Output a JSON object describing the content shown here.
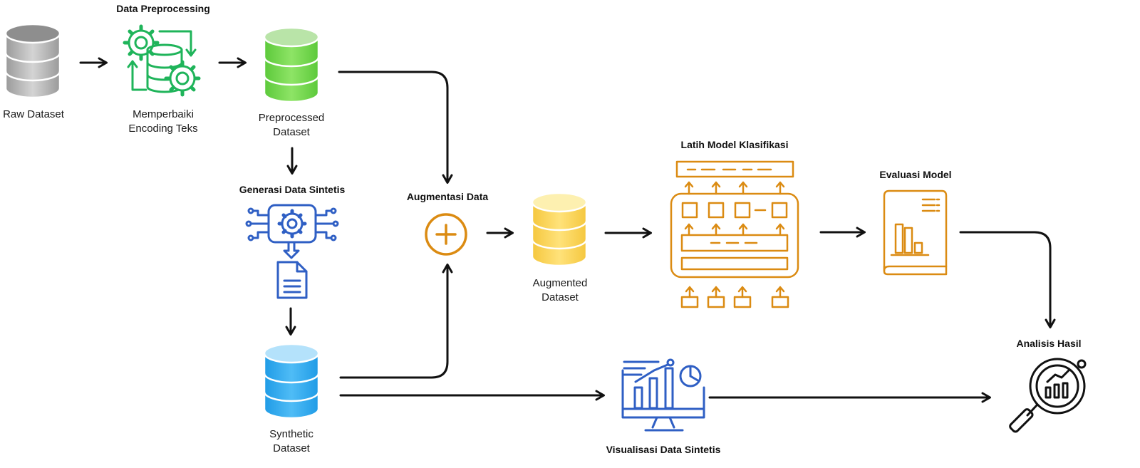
{
  "colors": {
    "arrow": "#111111",
    "raw_db": "#a9a9a9",
    "green": "#1fb45a",
    "green_db": "#7ad955",
    "blue_icon": "#2f5fc4",
    "blue_db": "#36aef2",
    "orange": "#db8b12",
    "yellow_db": "#fcd85c"
  },
  "nodes": {
    "raw_dataset": {
      "label": "Raw Dataset",
      "icon": "database-icon"
    },
    "preprocessing": {
      "title": "Data Preprocessing",
      "caption_line1": "Memperbaiki",
      "caption_line2": "Encoding Teks",
      "icon": "gears-database-icon"
    },
    "preprocessed_dataset": {
      "label_line1": "Preprocessed",
      "label_line2": "Dataset",
      "icon": "database-icon"
    },
    "synthetic_generation": {
      "title": "Generasi Data Sintetis",
      "icon": "gear-circuit-document-icon"
    },
    "synthetic_dataset": {
      "label_line1": "Synthetic",
      "label_line2": "Dataset",
      "icon": "database-icon"
    },
    "augmentation": {
      "title": "Augmentasi Data",
      "icon": "plus-circle-icon"
    },
    "augmented_dataset": {
      "label_line1": "Augmented",
      "label_line2": "Dataset",
      "icon": "database-icon"
    },
    "train_model": {
      "title": "Latih Model Klasifikasi",
      "icon": "neural-network-icon"
    },
    "evaluation": {
      "title": "Evaluasi Model",
      "icon": "report-chart-icon"
    },
    "analysis": {
      "title": "Analisis Hasil",
      "icon": "magnifier-chart-icon"
    },
    "synthetic_visualization": {
      "title": "Visualisasi Data Sintetis",
      "icon": "monitor-chart-icon"
    }
  }
}
